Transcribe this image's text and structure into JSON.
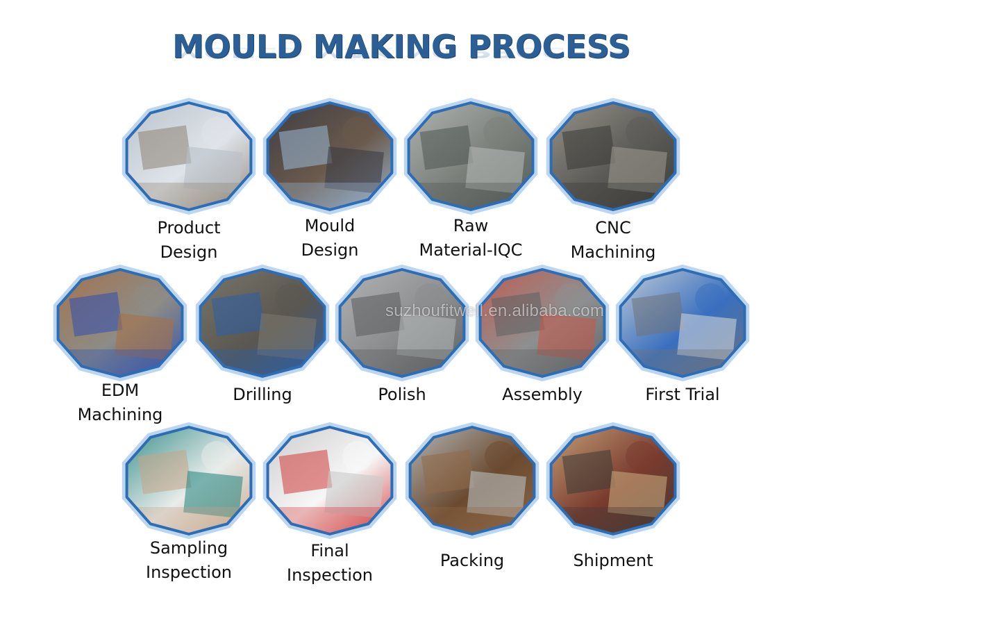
{
  "title": "MOULD MAKING PROCESS",
  "watermark": "suzhoufitwell.en.alibaba.com",
  "colors": {
    "title": "#2c5f95",
    "frame": "#2e6db4",
    "frame_glow": "#9ec4ea"
  },
  "steps": [
    {
      "id": "product-design",
      "label": "Product\nDesign",
      "photo": "sketch-drawing",
      "tones": [
        "#dfe4ea",
        "#b9c0c8",
        "#8e8474"
      ]
    },
    {
      "id": "mould-design",
      "label": "Mould\nDesign",
      "photo": "cad-workstation",
      "tones": [
        "#6a5a4c",
        "#3c3c44",
        "#9ab8d6"
      ]
    },
    {
      "id": "raw-material-iqc",
      "label": "Raw\nMaterial-IQC",
      "photo": "steel-blocks",
      "tones": [
        "#7b7f7a",
        "#b4b8b6",
        "#4f5753"
      ]
    },
    {
      "id": "cnc-machining",
      "label": "CNC\nMachining",
      "photo": "cnc-machine",
      "tones": [
        "#5b5a56",
        "#9a968c",
        "#3a3a36"
      ]
    },
    {
      "id": "edm-machining",
      "label": "EDM\nMachining",
      "photo": "edm-electrode",
      "tones": [
        "#8d8c86",
        "#a5714a",
        "#2f4fb0"
      ]
    },
    {
      "id": "drilling",
      "label": "Drilling",
      "photo": "drilling-machine",
      "tones": [
        "#5a5750",
        "#7b776c",
        "#2b5fa8"
      ]
    },
    {
      "id": "polish",
      "label": "Polish",
      "photo": "mould-polishing",
      "tones": [
        "#8a8c8e",
        "#b3b5b6",
        "#5a5b5d"
      ]
    },
    {
      "id": "assembly",
      "label": "Assembly",
      "photo": "mould-assembly",
      "tones": [
        "#8e8f90",
        "#c25a4e",
        "#5e6062"
      ]
    },
    {
      "id": "first-trial",
      "label": "First Trial",
      "photo": "injection-machine",
      "tones": [
        "#3a6fbf",
        "#c9d1d8",
        "#6f7378"
      ]
    },
    {
      "id": "sampling-inspection",
      "label": "Sampling\nInspection",
      "photo": "caliper-measuring",
      "tones": [
        "#e8ecea",
        "#2f8a86",
        "#c6a487"
      ]
    },
    {
      "id": "final-inspection",
      "label": "Final\nInspection",
      "photo": "inspection-report",
      "tones": [
        "#f7f7f7",
        "#c9c9c9",
        "#d23a3a"
      ]
    },
    {
      "id": "packing",
      "label": "Packing",
      "photo": "wooden-crate",
      "tones": [
        "#6b4a30",
        "#b9bec0",
        "#8f6a48"
      ]
    },
    {
      "id": "shipment",
      "label": "Shipment",
      "photo": "shipping-container",
      "tones": [
        "#7a3b2e",
        "#c7a67c",
        "#3e3a36"
      ]
    }
  ]
}
